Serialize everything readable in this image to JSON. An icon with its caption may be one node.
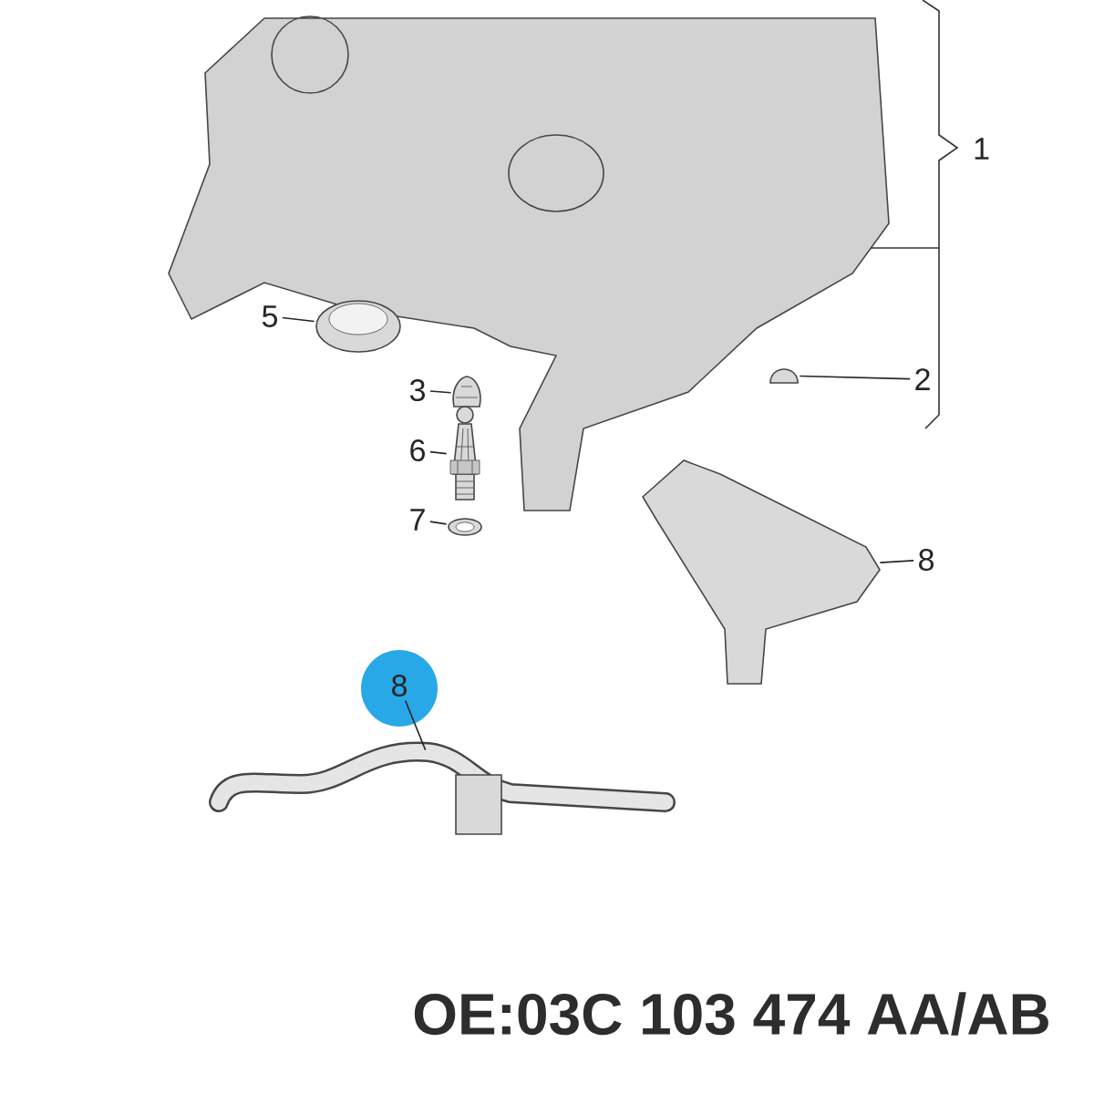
{
  "diagram": {
    "nodes": [
      {
        "text": [
          "2"
        ]
      },
      {
        "text": [],
        "shape": "picture"
      },
      {
        "text": [
          "3"
        ]
      },
      {
        "text": [],
        "shape": "picture"
      },
      {
        "text": [
          "5"
        ]
      },
      {
        "text": [],
        "shape": "picture"
      },
      {
        "text": [
          "6"
        ]
      },
      {
        "text": [],
        "shape": "picture"
      },
      {
        "text": [
          "7"
        ]
      },
      {
        "text": [],
        "shape": "picture"
      },
      {
        "text": [
          "8"
        ]
      },
      {
        "text": [],
        "shape": "picture"
      },
      {
        "text": [
          "8"
        ]
      },
      {
        "text": [],
        "shape": "picture"
      }
    ],
    "edges": [
      {
        "from": 0,
        "to": 1,
        "arrow": "none"
      },
      {
        "from": 2,
        "to": 3,
        "arrow": "none"
      },
      {
        "from": 4,
        "to": 5,
        "arrow": "none"
      },
      {
        "from": 6,
        "to": 7,
        "arrow": "none"
      },
      {
        "from": 8,
        "to": 9,
        "arrow": "none"
      },
      {
        "from": 10,
        "to": 11,
        "arrow": "none"
      },
      {
        "from": 12,
        "to": 13,
        "arrow": "none"
      }
    ],
    "labels": [
      "1",
      "OE:03C 103 474 AA/AB"
    ]
  }
}
